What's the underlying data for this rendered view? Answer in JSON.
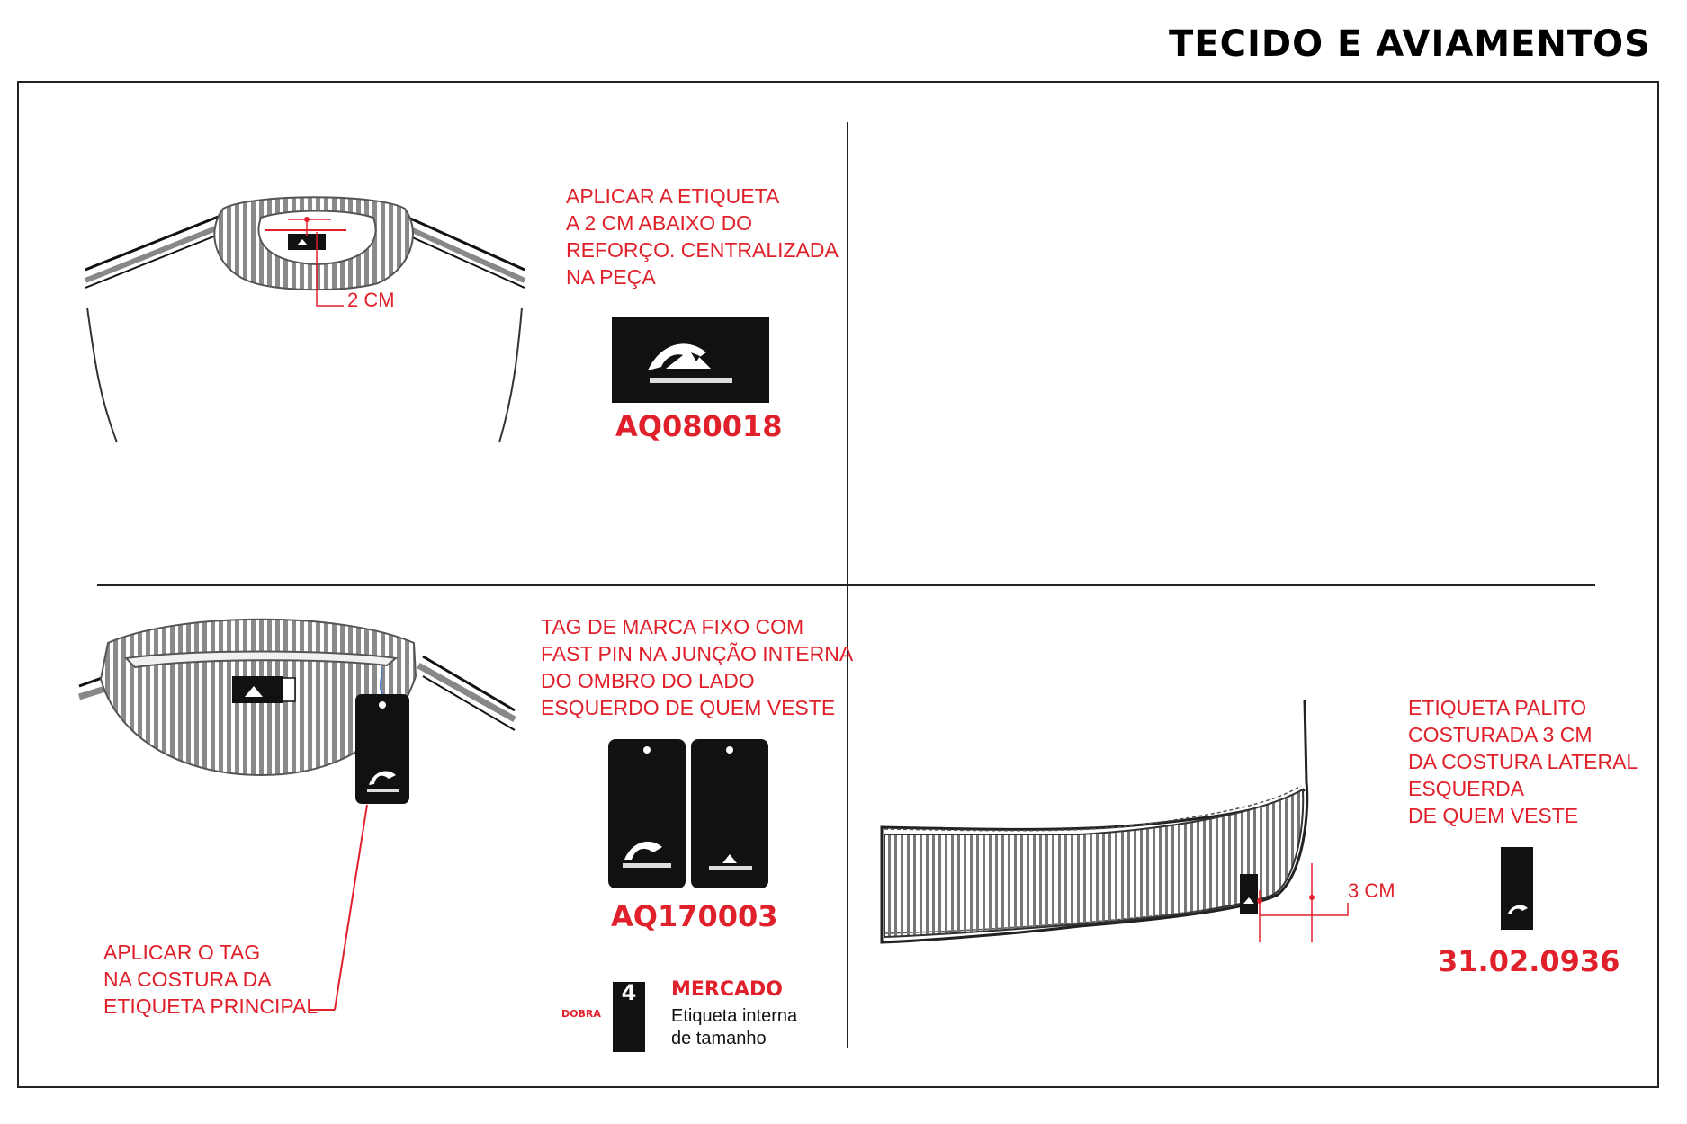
{
  "header": {
    "title": "TECIDO E AVIAMENTOS"
  },
  "q1": {
    "note": "APLICAR A ETIQUETA\nA 2 CM ABAIXO DO\nREFORÇO. CENTRALIZADA\nNA PEÇA",
    "dimension": "2 CM",
    "code": "AQ080018"
  },
  "q3": {
    "note_tag": "TAG DE MARCA FIXO COM\nFAST PIN NA JUNÇÃO INTERNA\nDO OMBRO DO LADO\nESQUERDO DE QUEM VESTE",
    "note_apply": "APLICAR O TAG\nNA COSTURA DA\nETIQUETA PRINCIPAL",
    "code": "AQ170003",
    "size_label": {
      "fold_label": "DOBRA",
      "size": "4",
      "title": "MERCADO",
      "description": "Etiqueta interna\nde tamanho"
    }
  },
  "q4": {
    "note": "ETIQUETA PALITO\nCOSTURADA 3 CM\nDA COSTURA LATERAL\nESQUERDA\nDE QUEM VESTE",
    "dimension": "3 CM",
    "code": "31.02.0936"
  },
  "colors": {
    "accent_red": "#e0202a",
    "label_black": "#111111"
  }
}
